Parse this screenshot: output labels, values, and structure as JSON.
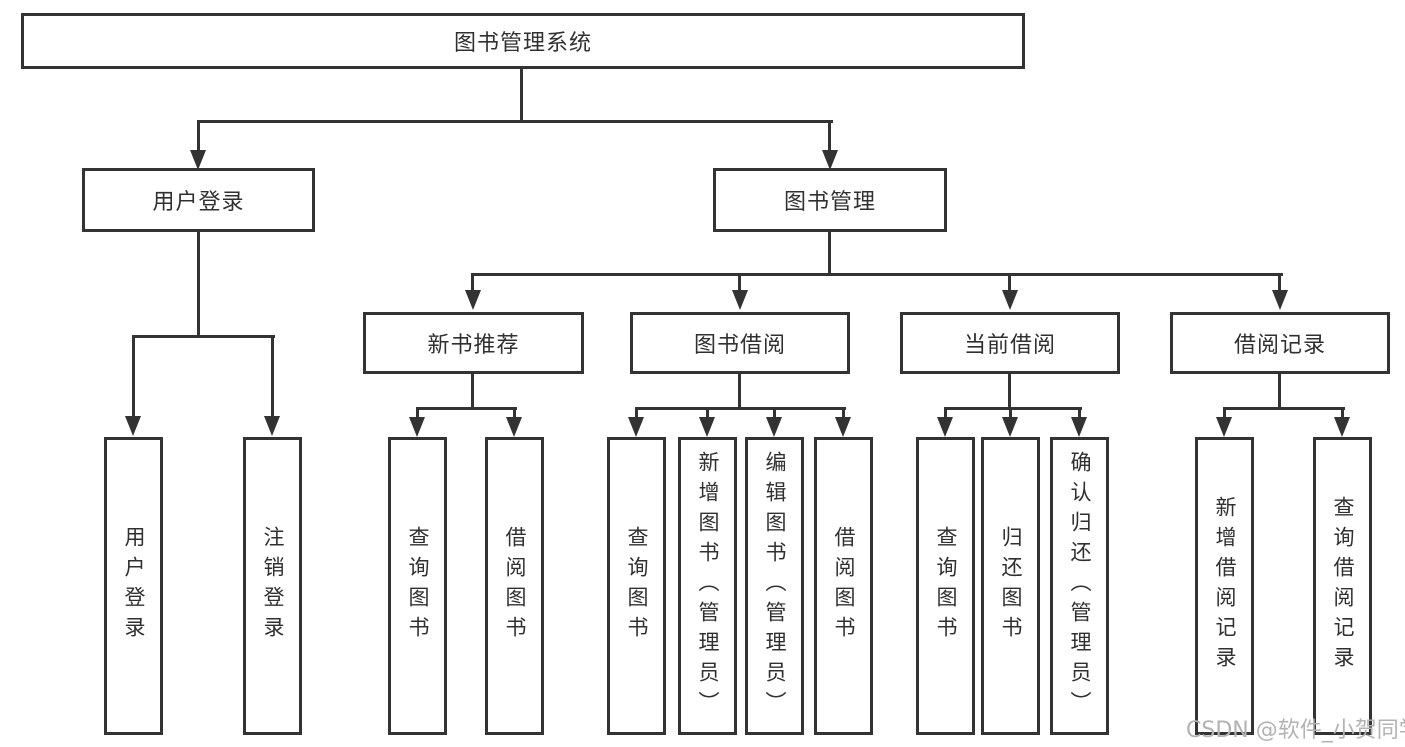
{
  "colors": {
    "line": "#333333",
    "text": "#303030",
    "watermark": "#b3b3b3",
    "bg": "#ffffff"
  },
  "tree": {
    "label": "图书管理系统",
    "children": [
      {
        "label": "用户登录",
        "children": [
          {
            "label": "用户登录"
          },
          {
            "label": "注销登录"
          }
        ]
      },
      {
        "label": "图书管理",
        "children": [
          {
            "label": "新书推荐",
            "children": [
              {
                "label": "查询图书"
              },
              {
                "label": "借阅图书"
              }
            ]
          },
          {
            "label": "图书借阅",
            "children": [
              {
                "label": "查询图书"
              },
              {
                "label": "新增图书（管理员）"
              },
              {
                "label": "编辑图书（管理员）"
              },
              {
                "label": "借阅图书"
              }
            ]
          },
          {
            "label": "当前借阅",
            "children": [
              {
                "label": "查询图书"
              },
              {
                "label": "归还图书"
              },
              {
                "label": "确认归还（管理员）"
              }
            ]
          },
          {
            "label": "借阅记录",
            "children": [
              {
                "label": "新增借阅记录"
              },
              {
                "label": "查询借阅记录"
              }
            ]
          }
        ]
      }
    ]
  },
  "watermark": {
    "text": "CSDN @软件_小贺同学"
  }
}
